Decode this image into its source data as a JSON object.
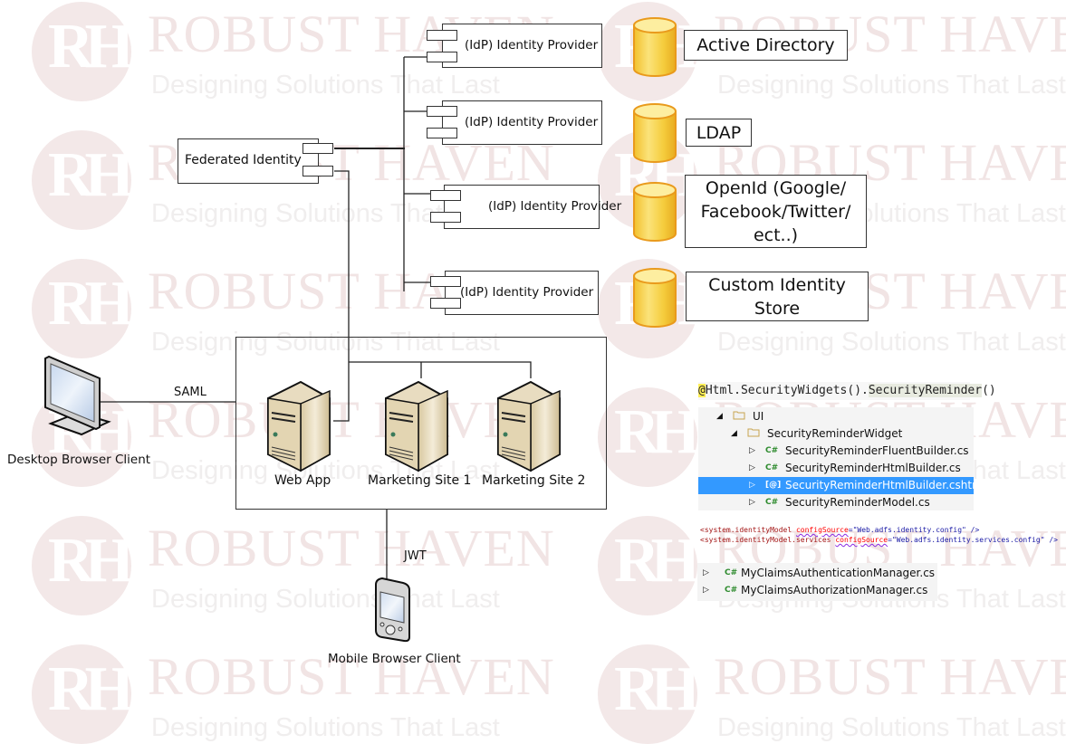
{
  "watermark": {
    "monogram": "RH",
    "title": "ROBUST HAVEN",
    "subtitle": "Designing Solutions That Last"
  },
  "diagram": {
    "federated_identity": "Federated Identity",
    "identity_providers": [
      "(IdP) Identity Provider",
      "(IdP) Identity Provider",
      "(IdP) Identity Provider",
      "(IdP) Identity Provider"
    ],
    "stores": [
      "Active Directory",
      "LDAP",
      "OpenId (Google/ Facebook/Twitter/ ect..)",
      "Custom Identity Store"
    ],
    "stores_lines": [
      [
        "Active Directory"
      ],
      [
        "LDAP"
      ],
      [
        "OpenId (Google/",
        "Facebook/Twitter/",
        "ect..)"
      ],
      [
        "Custom Identity",
        "Store"
      ]
    ],
    "servers": [
      "Web App",
      "Marketing Site 1",
      "Marketing Site 2"
    ],
    "desktop_client": "Desktop Browser Client",
    "mobile_client": "Mobile Browser Client",
    "protocols": {
      "saml": "SAML",
      "jwt": "JWT"
    }
  },
  "code": {
    "razor_call": {
      "at": "@",
      "part1": "Html.SecurityWidgets().",
      "part2": "SecurityReminder",
      "part3": "()"
    },
    "solution_tree": [
      {
        "label": "UI",
        "type": "folder",
        "expanded": true
      },
      {
        "label": "SecurityReminderWidget",
        "type": "folder",
        "expanded": true
      },
      {
        "label": "SecurityReminderFluentBuilder.cs",
        "type": "cs",
        "icon_text": "C#"
      },
      {
        "label": "SecurityReminderHtmlBuilder.cs",
        "type": "cs",
        "icon_text": "C#"
      },
      {
        "label": "SecurityReminderHtmlBuilder.cshtml",
        "type": "cshtml",
        "icon_text": "[@]",
        "selected": true
      },
      {
        "label": "SecurityReminderModel.cs",
        "type": "cs",
        "icon_text": "C#"
      }
    ],
    "config_lines": [
      {
        "tag": "<system.identityModel",
        "attr": "configSource",
        "value": "=\"Web.adfs.identity.config\" />"
      },
      {
        "tag": "<system.identityModel.services",
        "attr": "configSource",
        "value": "=\"Web.adfs.identity.services.config\" />"
      }
    ],
    "manager_files": [
      {
        "label": "MyClaimsAuthenticationManager.cs",
        "icon_text": "C#"
      },
      {
        "label": "MyClaimsAuthorizationManager.cs",
        "icon_text": "C#"
      }
    ]
  },
  "colors": {
    "selection": "#3399ff",
    "cylinder_fill": "#f5c93a",
    "cylinder_stroke": "#e99a1c",
    "server_fill": "#e6d8b8"
  }
}
